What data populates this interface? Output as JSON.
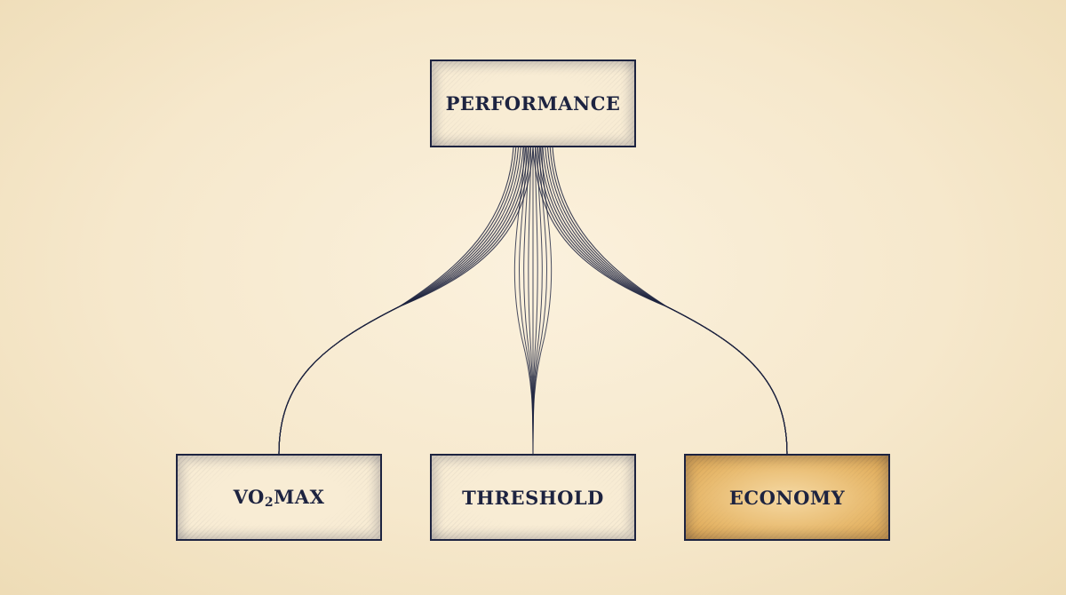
{
  "diagram": {
    "root": {
      "label": "PERFORMANCE"
    },
    "children": [
      {
        "label_main": "VO",
        "label_sub": "2",
        "label_tail": "MAX"
      },
      {
        "label": "THRESHOLD"
      },
      {
        "label": "ECONOMY"
      }
    ]
  },
  "colors": {
    "background": "#f6e8cc",
    "ink": "#1d2340",
    "box_fill": "#f8ecd4",
    "highlight_fill": "#e8ba6e"
  }
}
